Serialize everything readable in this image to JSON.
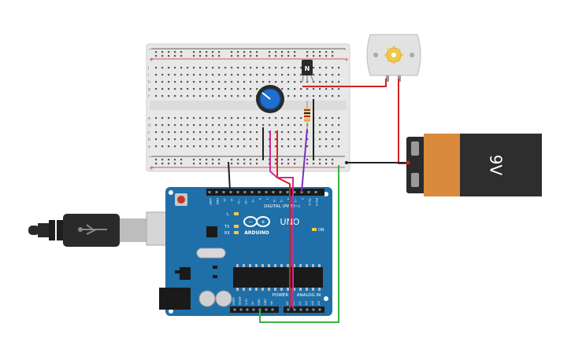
{
  "transistor": {
    "label": "N"
  },
  "battery": {
    "label": "9V"
  },
  "arduino": {
    "brand": "ARDUINO",
    "model": "UNO",
    "digital_label": "DIGITAL (PWM~)",
    "power_label": "POWER",
    "analog_label": "ANALOG IN",
    "on_label": "ON",
    "led_l": "L",
    "led_tx": "TX",
    "led_rx": "RX",
    "top_pins": [
      "AREF",
      "GND",
      "13",
      "12",
      "~11",
      "~10",
      "~9",
      "8",
      "7",
      "~6",
      "~5",
      "4",
      "~3",
      "2",
      "TX→1",
      "RX←0"
    ],
    "power_pins": [
      "IOREF",
      "RESET",
      "3.3V",
      "5V",
      "GND",
      "GND",
      "Vin"
    ],
    "analog_pins": [
      "A0",
      "A1",
      "A2",
      "A3",
      "A4",
      "A5"
    ]
  },
  "breadboard": {
    "row_letters_top": [
      "j",
      "i",
      "h",
      "g",
      "f"
    ],
    "row_letters_bottom": [
      "e",
      "d",
      "c",
      "b",
      "a"
    ],
    "rail_minus": "-",
    "rail_plus": "+"
  },
  "colors": {
    "wire_red": "#d42323",
    "wire_black": "#222222",
    "wire_magenta": "#d12a8e",
    "wire_purple": "#7b2fbf",
    "wire_green": "#3cb043",
    "board_blue": "#1f6fa8",
    "battery_orange": "#d98a3d"
  }
}
